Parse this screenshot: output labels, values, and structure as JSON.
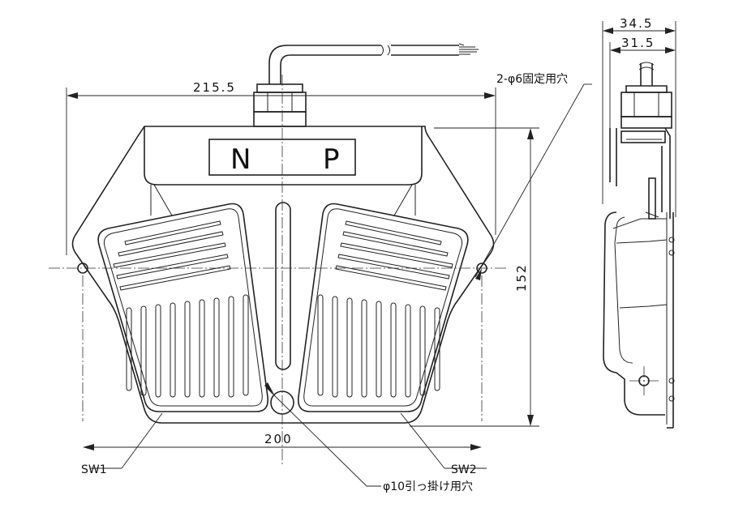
{
  "dimensions": {
    "overall_width": "215.5",
    "base_width": "200",
    "height": "152",
    "side_depth_outer": "34.5",
    "side_depth_inner": "31.5"
  },
  "labels": {
    "panel_left": "N",
    "panel_right": "P",
    "switch_left": "SW1",
    "switch_right": "SW2",
    "mount_holes": "2-φ6固定用穴",
    "hang_hole": "φ10引っ掛け用穴"
  }
}
